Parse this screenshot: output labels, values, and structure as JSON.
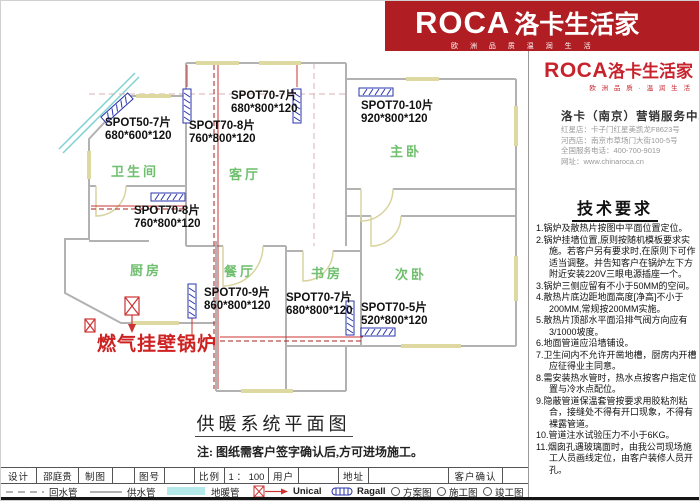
{
  "banner": {
    "brand": "ROCA",
    "brand_cn": "洛卡生活家",
    "tagline": "欧 洲 品 质    温 润 生 活"
  },
  "panel": {
    "logo_brand": "ROCA",
    "logo_cn": "洛卡生活家",
    "logo_tagline": "欧 洲 品 质 · 温 润 生 活",
    "contact": {
      "title": "洛卡（南京）营销服务中心",
      "line1": "红星店：卡子门红星美凯龙F8623号",
      "line2": "河西店：南京市草场门大街100-5号",
      "line3": "全国服务电话：400-700-9019",
      "line4": "网址：www.chinaroca.cn"
    },
    "tech": {
      "title": "技术要求",
      "item1": "1.锅炉及散热片按图中平面位置定位。",
      "item2": "2.锅炉挂墙位置,原则按随机模板要求实施。若客户另有要求时,在原则下可作适当调整。并告知客户在锅炉左下方附近安装220V三眼电源插座一个。",
      "item3": "3.锅炉三侧应留有不小于50MM的空间。",
      "item4": "4.散热片底边距地面高度[净高]不小于200MM,常规按200MM实施。",
      "item5": "5.散热片顶部水平面沿排气阀方向应有3/1000坡度。",
      "item6": "6.地面管道应沿墙铺设。",
      "item7": "7.卫生间内不允许开凿地槽，厨房内开槽应征得业主同意。",
      "item8": "8.需安装热水管时，热水点按客户指定位置与冷水点配位。",
      "item9": "9.隐蔽管道保温套管按要求用胶粘剂粘合，接缝处不得有开口现象，不得有裸露管道。",
      "item10": "10.管道注水试验压力不小于6KG。",
      "item11": "11.烟囱孔遇玻璃面时，由我公司现场施工人员画线定位，由客户装修人员开孔。"
    }
  },
  "plan": {
    "rooms": [
      {
        "name": "卫生间"
      },
      {
        "name": "客厅"
      },
      {
        "name": "主卧"
      },
      {
        "name": "厨房"
      },
      {
        "name": "餐厅"
      },
      {
        "name": "书房"
      },
      {
        "name": "次卧"
      }
    ],
    "radiators": [
      {
        "model": "SPOT50-7片",
        "size": "680*600*120"
      },
      {
        "model": "SPOT70-7片",
        "size": "680*800*120"
      },
      {
        "model": "SPOT70-8片",
        "size": "760*800*120"
      },
      {
        "model": "SPOT70-10片",
        "size": "920*800*120"
      },
      {
        "model": "SPOT70-8片",
        "size": "760*800*120"
      },
      {
        "model": "SPOT70-9片",
        "size": "860*800*120"
      },
      {
        "model": "SPOT70-7片",
        "size": "680*800*120"
      },
      {
        "model": "SPOT70-5片",
        "size": "520*800*120"
      }
    ],
    "boiler_label": "燃气挂壁锅炉",
    "title": "供暖系统平面图",
    "note": "注: 图纸需客户签字确认后,方可进场施工。"
  },
  "titleblock": {
    "design_label": "设计",
    "design_value": "邵庭贵",
    "draft_label": "制图",
    "draft_value": "",
    "drawing_no_label": "图号",
    "drawing_no_value": "",
    "scale_label": "比例",
    "scale_value": "1 ： 100",
    "user_label": "用户",
    "user_value": "",
    "address_label": "地址",
    "address_value": "",
    "confirm_label": "客户确认",
    "confirm_value": "",
    "legend": {
      "return_pipe": "回水管",
      "supply_pipe": "供水管",
      "floor_heating_pipe": "地暖管",
      "boiler_brand": "Unical",
      "radiator_brand": "Ragall",
      "check1": "方案图",
      "check2": "施工图",
      "check3": "竣工图"
    }
  },
  "colors": {
    "banner_red": "#b01e23",
    "logo_red": "#c8232c",
    "pipe_red": "#cc3333",
    "radiator_blue": "#2a35ad",
    "room_green": "#6fbf6f",
    "floor_heating_cyan": "#b4eaea",
    "wall_gray": "#b2b2b2",
    "window_yellow": "#ddd9a0"
  }
}
